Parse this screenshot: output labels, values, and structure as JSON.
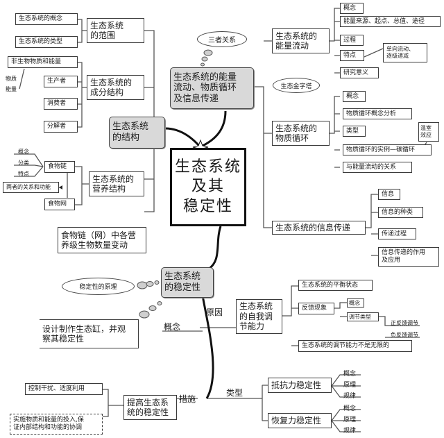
{
  "center": {
    "title": "生态系统\n及其\n稳定性"
  },
  "structure": {
    "main": "生态系统\n的结构",
    "scope": {
      "label": "生态系统\n的范围",
      "children": [
        "生态系统的概念",
        "生态系统的类型"
      ]
    },
    "components": {
      "label": "生态系统的\n成分结构",
      "children": [
        "非生物物质和能量",
        "生产者",
        "消费者",
        "分解者"
      ],
      "abiotic_notes": [
        "物质",
        "能量"
      ]
    },
    "trophic": {
      "label": "生态系统的\n营养结构",
      "food_chain": "食物链",
      "food_chain_notes": [
        "概念",
        "分类",
        "特点"
      ],
      "food_web": "食物网",
      "relation": "两者的关系和功能"
    },
    "population_change": "食物链（网）中各营\n养级生物数量变动"
  },
  "function": {
    "main": "生态系统的能量\n流动、物质循环\n及信息传递",
    "bubble": "三者关系",
    "pyramid_bubble": "生态金字塔",
    "energy": {
      "label": "生态系统的\n能量流动",
      "children": [
        "概念",
        "能量来源、起点、总值、途径",
        "过程",
        "特点",
        "研究意义"
      ],
      "feature_note": "单向流动、\n逐级递减"
    },
    "matter": {
      "label": "生态系统的\n物质循环",
      "children": [
        "概念",
        "物质循环概念分析",
        "类型",
        "物质循环的实例—碳循环",
        "与能量流动的关系"
      ],
      "carbon_note": "温室\n效应"
    },
    "information": {
      "label": "生态系统的信息传递",
      "children": [
        "信息",
        "信息的种类",
        "传递过程",
        "信息传递的作用\n及应用"
      ]
    }
  },
  "stability": {
    "main": "生态系统\n的稳定性",
    "principle_bubble": "稳定性的原理",
    "experiment": "设计制作生态缸，并观\n察其稳定性",
    "concept_label": "概念",
    "reason_label": "原因",
    "self_regulation": {
      "label": "生态系统\n的自我调\n节能力",
      "balance": "生态系统的平衡状态",
      "feedback": "反馈现象",
      "feedback_concept": "概念",
      "feedback_types": "调节类型",
      "positive": "正反馈调节",
      "negative": "负反馈调节",
      "limit": "生态系统的调节能力不是无限的"
    },
    "types_label": "类型",
    "resistance": {
      "label": "抵抗力稳定性",
      "children": [
        "概念",
        "原理",
        "规律"
      ]
    },
    "resilience": {
      "label": "恢复力稳定性",
      "children": [
        "概念",
        "原理",
        "规律"
      ]
    },
    "measures_label": "措施",
    "improve": {
      "label": "提高生态系\n统的稳定性",
      "children": [
        "控制干扰、适度利用",
        "实施物质和能量的投入,保\n证内部结构和功能的协调"
      ]
    }
  }
}
